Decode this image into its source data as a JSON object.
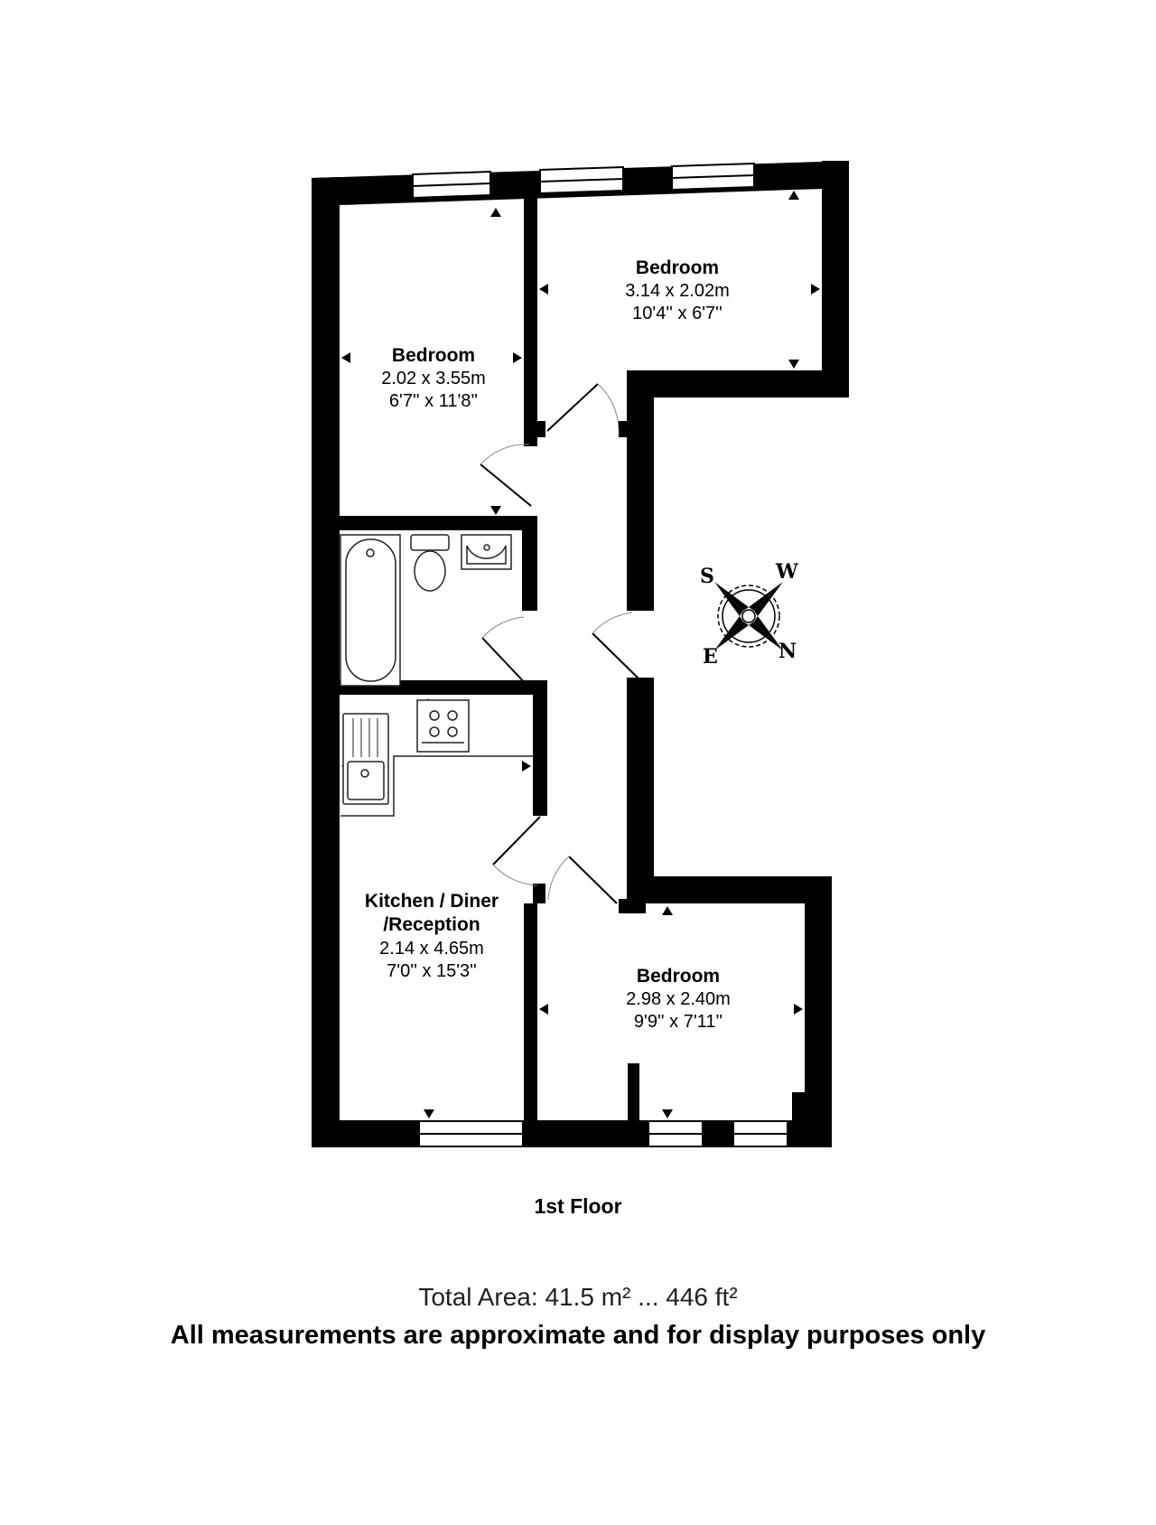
{
  "plan": {
    "floor_label": "1st Floor",
    "total_area": "Total Area: 41.5 m² ... 446 ft²",
    "disclaimer": "All measurements are approximate and for display purposes only",
    "colors": {
      "wall": "#000000",
      "background": "#ffffff",
      "fixture_line": "#333333"
    },
    "rooms": [
      {
        "name": "Bedroom",
        "metric": "2.02 x 3.55m",
        "imperial": "6'7'' x 11'8''"
      },
      {
        "name": "Bedroom",
        "metric": "3.14 x 2.02m",
        "imperial": "10'4'' x 6'7''"
      },
      {
        "name": "Kitchen / Diner",
        "name2": "/Reception",
        "metric": "2.14 x 4.65m",
        "imperial": "7'0'' x 15'3''"
      },
      {
        "name": "Bedroom",
        "metric": "2.98 x 2.40m",
        "imperial": "9'9'' x 7'11''"
      }
    ],
    "compass": {
      "s": "S",
      "w": "W",
      "e": "E",
      "n": "N"
    },
    "fixtures": [
      "bath-icon",
      "toilet-icon",
      "basin-icon",
      "hob-icon",
      "sink-icon"
    ]
  }
}
